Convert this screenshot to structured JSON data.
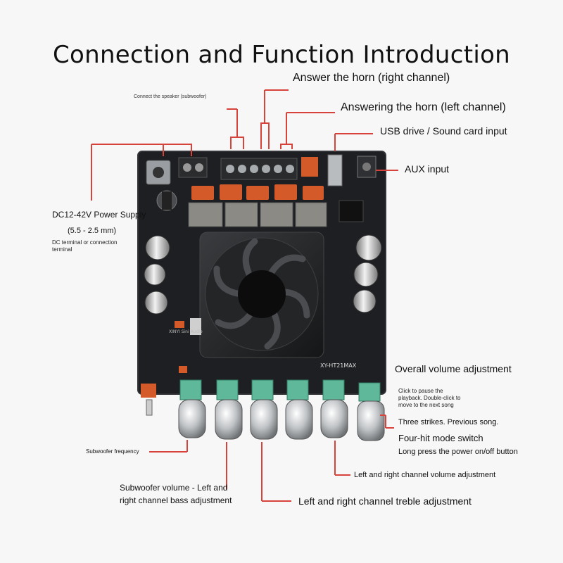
{
  "title": "Connection and Function Introduction",
  "board_model": "XY-HT21MAX",
  "board_silk": "XINYI Sini Audio",
  "labels": {
    "horn_right": "Answer the horn (right channel)",
    "speaker_sub": "Connect the speaker (subwoofer)",
    "horn_left": "Answering the horn (left channel)",
    "usb": "USB drive / Sound card input",
    "aux": "AUX input",
    "power_1": "DC12-42V Power Supply",
    "power_2": "(5.5 - 2.5 mm)",
    "power_3": "DC terminal or connection terminal",
    "overall_volume": "Overall volume adjustment",
    "click_note": "Click to pause the playback. Double-click to move to the next song",
    "three_strikes": "Three strikes. Previous song.",
    "four_hit": "Four-hit mode switch",
    "long_press": "Long press the power on/off button",
    "lr_volume": "Left and right channel volume adjustment",
    "sub_freq": "Subwoofer frequency",
    "sub_volume": "Subwoofer volume - Left and right channel bass adjustment",
    "treble": "Left and right channel treble adjustment"
  },
  "colors": {
    "leader": "#d7433a",
    "board": "#1d1f22",
    "knob": "#c9cbcd",
    "pot": "#5fb89a",
    "capacitor": "#d45a2a"
  }
}
